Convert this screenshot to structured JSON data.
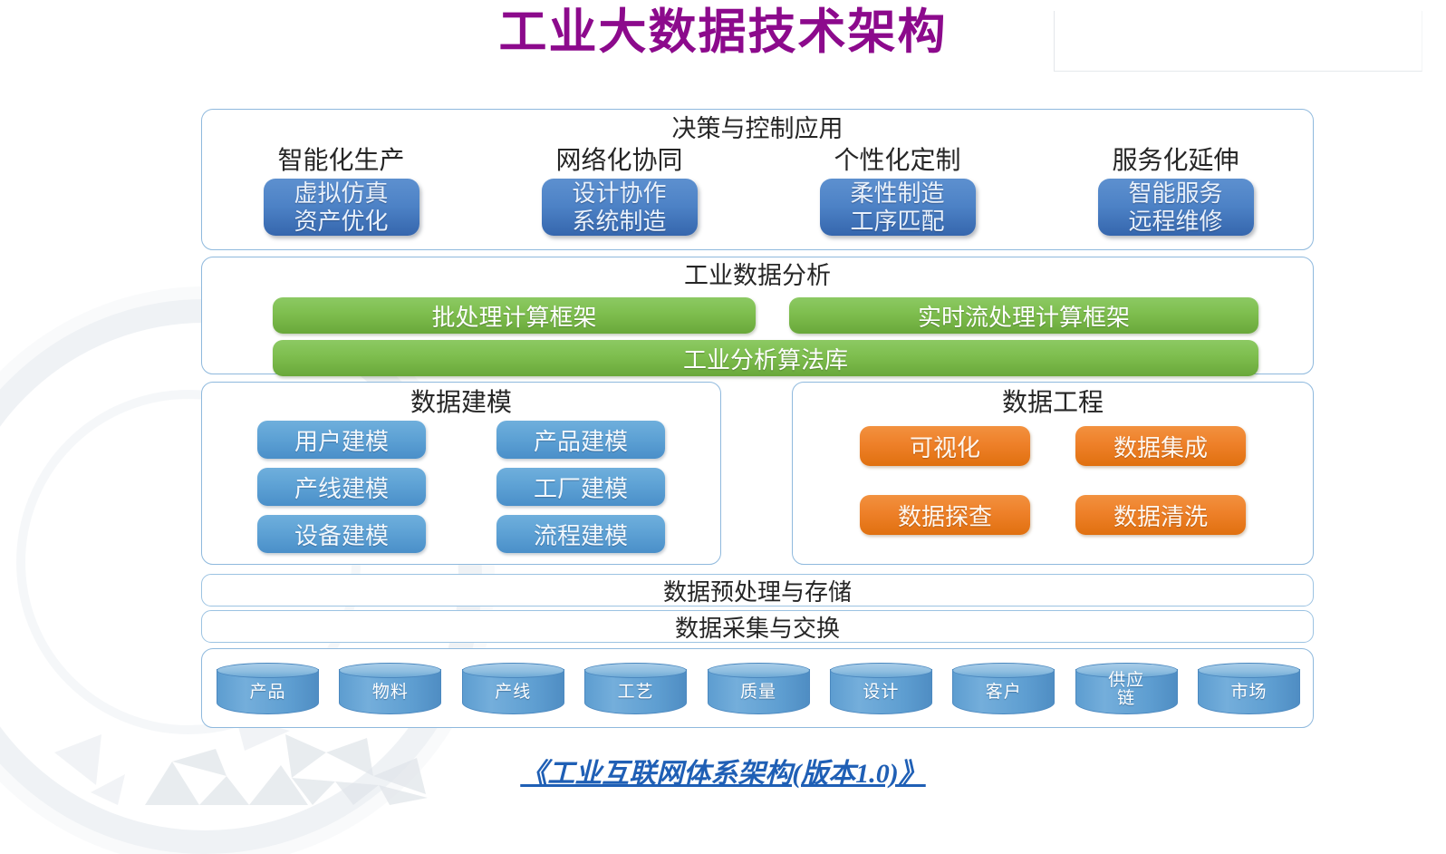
{
  "title": "工业大数据技术架构",
  "colors": {
    "title": "#8c0a8c",
    "panel_border": "#8fb9dd",
    "app_chip": "#3566ad",
    "analytics_bar": "#7ebe4e",
    "modeling_chip": "#5ea2d5",
    "engineering_chip": "#ee8029",
    "footer_link": "#1f5fb5"
  },
  "layers": {
    "applications": {
      "title": "决策与控制应用",
      "columns": [
        {
          "heading": "智能化生产",
          "lines": [
            "虚拟仿真",
            "资产优化"
          ]
        },
        {
          "heading": "网络化协同",
          "lines": [
            "设计协作",
            "系统制造"
          ]
        },
        {
          "heading": "个性化定制",
          "lines": [
            "柔性制造",
            "工序匹配"
          ]
        },
        {
          "heading": "服务化延伸",
          "lines": [
            "智能服务",
            "远程维修"
          ]
        }
      ]
    },
    "analytics": {
      "title": "工业数据分析",
      "bars": [
        {
          "label": "批处理计算框架"
        },
        {
          "label": "实时流处理计算框架"
        },
        {
          "label": "工业分析算法库"
        }
      ]
    },
    "modeling": {
      "title": "数据建模",
      "rows": [
        [
          "用户建模",
          "产品建模"
        ],
        [
          "产线建模",
          "工厂建模"
        ],
        [
          "设备建模",
          "流程建模"
        ]
      ]
    },
    "engineering": {
      "title": "数据工程",
      "rows": [
        [
          "可视化",
          "数据集成"
        ],
        [
          "数据探查",
          "数据清洗"
        ]
      ]
    },
    "bands": [
      {
        "label": "数据预处理与存储"
      },
      {
        "label": "数据采集与交换"
      }
    ],
    "sources": [
      {
        "label": "产品"
      },
      {
        "label": "物料"
      },
      {
        "label": "产线"
      },
      {
        "label": "工艺"
      },
      {
        "label": "质量"
      },
      {
        "label": "设计"
      },
      {
        "label": "客户"
      },
      {
        "label": "供应\n链"
      },
      {
        "label": "市场"
      }
    ]
  },
  "footer": {
    "link_text": "《工业互联网体系架构(版本1.0)》"
  }
}
